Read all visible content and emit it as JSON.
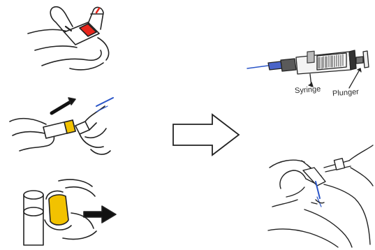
{
  "labels": {
    "syringe": "Syringe",
    "plunger": "Plunger"
  },
  "colors": {
    "ink": "#222222",
    "cap_red": "#e8261c",
    "cap_yellow": "#f2c200",
    "needle_blue": "#2a55c8",
    "skin": "#ffffff"
  },
  "icons": {
    "step1": "hand-removing-red-cap",
    "step2": "hand-attaching-needle-to-cartridge",
    "step3": "hand-pulling-yellow-cap-off-pen",
    "arrow": "right-outline-arrow",
    "syringe": "syringe-with-plunger",
    "injection": "hands-injecting-into-thigh"
  }
}
